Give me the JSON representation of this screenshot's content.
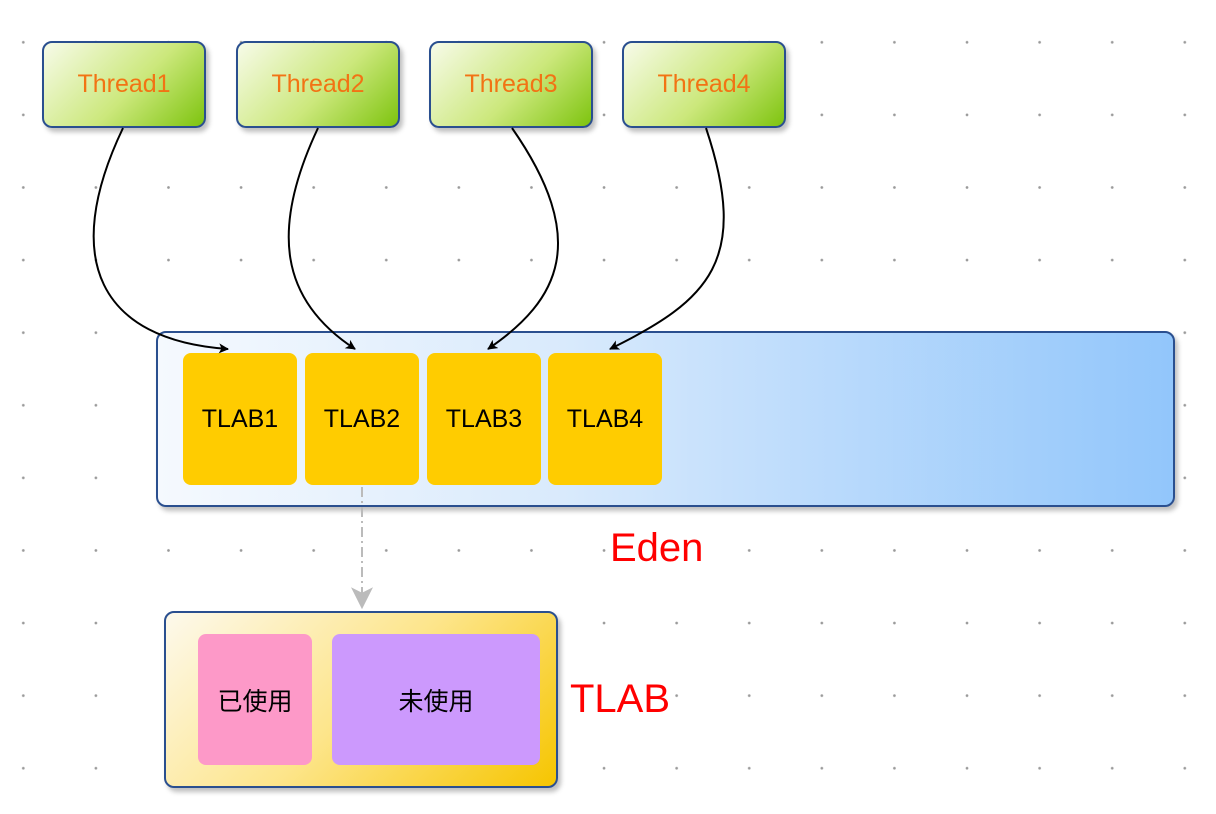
{
  "threads": [
    {
      "label": "Thread1"
    },
    {
      "label": "Thread2"
    },
    {
      "label": "Thread3"
    },
    {
      "label": "Thread4"
    }
  ],
  "tlabs": [
    {
      "label": "TLAB1"
    },
    {
      "label": "TLAB2"
    },
    {
      "label": "TLAB3"
    },
    {
      "label": "TLAB4"
    }
  ],
  "eden_label": "Eden",
  "tlab_detail": {
    "title": "TLAB",
    "used_label": "已使用",
    "unused_label": "未使用"
  },
  "colors": {
    "thread_text": "#f27314",
    "caption_text": "#ff0000",
    "tlab_fill": "#ffcc00",
    "used_fill": "#fd99c8",
    "unused_fill": "#cc99fd",
    "border": "#2a4f8f"
  }
}
